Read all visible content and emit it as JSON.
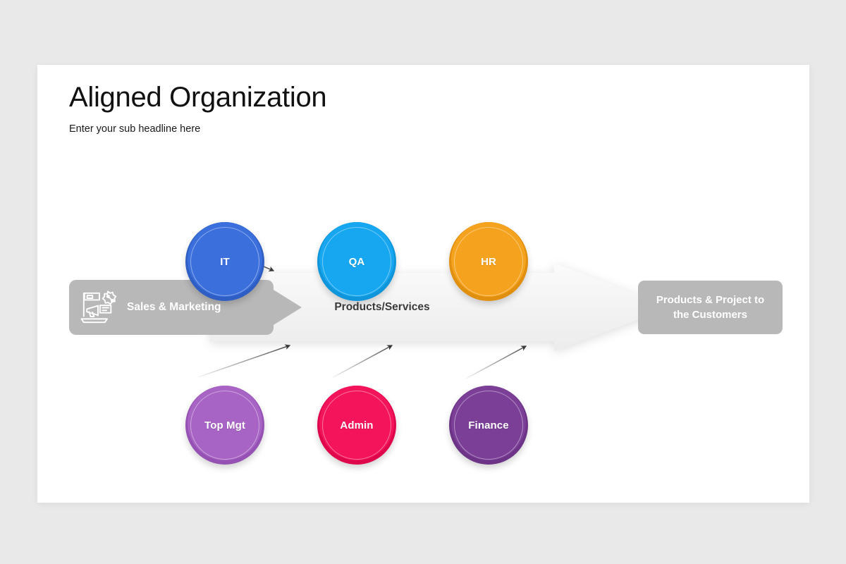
{
  "slide": {
    "title": "Aligned Organization",
    "subtitle": "Enter your sub headline here",
    "background_color": "#e9e9e9",
    "card_color": "#ffffff"
  },
  "diagram": {
    "type": "process-flow",
    "top_nodes": [
      {
        "label": "IT",
        "color": "#3b6fdc",
        "edge_color": "#2f5ec4",
        "icon": "circle-node"
      },
      {
        "label": "QA",
        "color": "#17a6f0",
        "edge_color": "#0f95da",
        "icon": "circle-node"
      },
      {
        "label": "HR",
        "color": "#f5a21e",
        "edge_color": "#e08f0e",
        "icon": "circle-node"
      }
    ],
    "bottom_nodes": [
      {
        "label": "Top Mgt",
        "color": "#a764c4",
        "edge_color": "#9552b4",
        "icon": "circle-node"
      },
      {
        "label": "Admin",
        "color": "#f4145b",
        "edge_color": "#e0064c",
        "icon": "circle-node"
      },
      {
        "label": "Finance",
        "color": "#7b3f98",
        "edge_color": "#6c3387",
        "icon": "circle-node"
      }
    ],
    "input_block": {
      "label": "Sales & Marketing",
      "color": "#b8b8b8",
      "text_color": "#ffffff",
      "icon": "marketing-megaphone-discount-icon"
    },
    "flow_arrow": {
      "label": "Products/Services",
      "color": "#f2f2f2",
      "text_color": "#3b3b3b",
      "direction": "right"
    },
    "outcome_block": {
      "label": "Products & Project to the Customers",
      "line1": "Products & Project to",
      "line2": "the Customers",
      "color": "#b8b8b8",
      "text_color": "#ffffff"
    },
    "connectors": {
      "count": 6,
      "style": "thin-gradient-arrow",
      "color": "#4a4a4a",
      "description": "Each circular node connects by a thin arrow into the central Products/Services flow band"
    }
  }
}
